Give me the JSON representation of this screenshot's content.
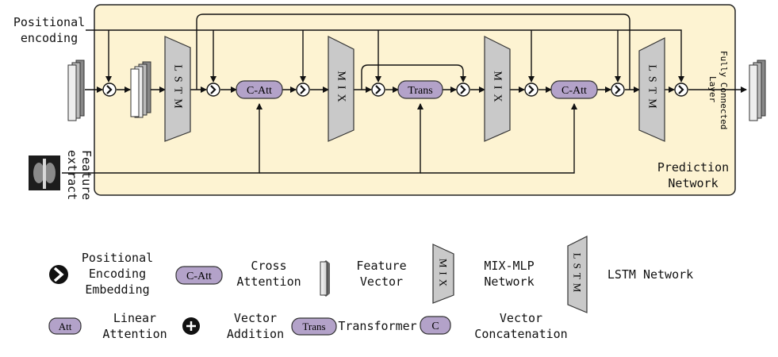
{
  "diagram": {
    "inputs": {
      "positional_encoding": [
        "Positional",
        "encoding"
      ],
      "feature_extract": [
        "Feature",
        "extract"
      ]
    },
    "blocks": {
      "lstm": "LSTM",
      "mix": "MIX",
      "cross_attention": "C-Att",
      "transformer": "Trans"
    },
    "output_layer": [
      "Fully Connected",
      "Layer"
    ],
    "network_label": [
      "Prediction",
      "Network"
    ]
  },
  "legend": {
    "positional_embedding": [
      "Positional",
      "Encoding",
      "Embedding"
    ],
    "cross_attention_badge": "C-Att",
    "cross_attention": [
      "Cross",
      "Attention"
    ],
    "feature_vector": [
      "Feature",
      "Vector"
    ],
    "mix_badge": "MIX",
    "mix_mlp": [
      "MIX-MLP",
      "Network"
    ],
    "lstm_badge": "LSTM",
    "lstm_network": "LSTM Network",
    "linear_attention_badge": "Att",
    "linear_attention": [
      "Linear",
      "Attention"
    ],
    "vector_addition": [
      "Vector",
      "Addition"
    ],
    "transformer_badge": "Trans",
    "transformer": "Transformer",
    "concat_badge": "C",
    "vector_concatenation": [
      "Vector",
      "Concatenation"
    ]
  },
  "colors": {
    "panel_fill": "#fdf3d2",
    "block_gray": "#c9c9c9",
    "pill_purple": "#b3a2c9",
    "line": "#111111"
  }
}
